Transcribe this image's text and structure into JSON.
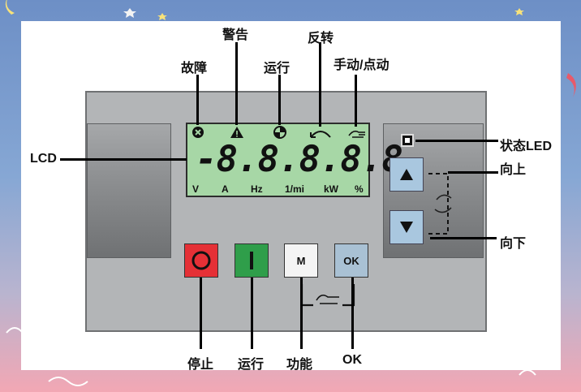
{
  "labels": {
    "warning": "警告",
    "fault": "故障",
    "run_top": "运行",
    "reverse": "反转",
    "manual_jog": "手动/点动",
    "lcd": "LCD",
    "status_led": "状态LED",
    "up": "向上",
    "down": "向下",
    "stop": "停止",
    "run_bottom": "运行",
    "function": "功能",
    "ok": "OK"
  },
  "lcd": {
    "digits": "-8.8.8.8.8",
    "units": [
      "V",
      "A",
      "Hz",
      "1/mi",
      "kW",
      "%"
    ]
  },
  "buttons": {
    "m_label": "M",
    "ok_label": "OK"
  },
  "colors": {
    "stop_red": "#e53036",
    "run_green": "#2f9e4a",
    "lcd_green": "#a7d7a6",
    "ok_blue": "#a9c1d4"
  }
}
